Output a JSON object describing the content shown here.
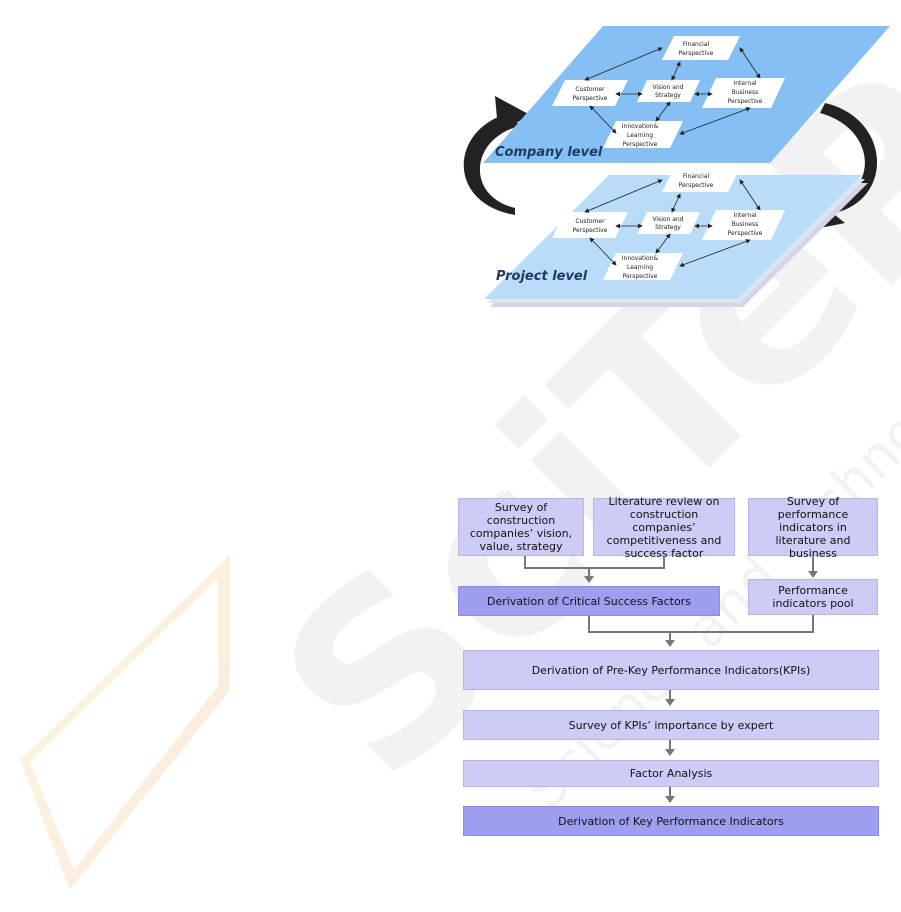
{
  "watermark": {
    "brand": "SciTePress",
    "subtitle": "Science and Technology Publications"
  },
  "bsc": {
    "company_label": "Company level",
    "project_label": "Project level",
    "nodes": {
      "financial": "Financial Perspective",
      "customer": "Customer Perspective",
      "vision": "Vision and Strategy",
      "internal": "Internal Business Perspective",
      "innovation": "Innovation& Learning Perspective"
    }
  },
  "flow": {
    "survey_vision": "Survey of construction companies’ vision, value, strategy",
    "literature_review": "Literature review on construction companies’ competitiveness and success factor",
    "survey_indicators": "Survey of performance indicators in literature and business",
    "csf": "Derivation of Critical Success Factors",
    "pool": "Performance indicators pool",
    "pre_kpi": "Derivation of Pre-Key Performance Indicators(KPIs)",
    "kpi_survey": "Survey of KPIs’ importance by expert",
    "factor_analysis": "Factor Analysis",
    "kpi": "Derivation of Key Performance Indicators"
  },
  "colors": {
    "company_plane": "#86bff3",
    "project_plane": "#b9dcf7",
    "flow_box": "#ccccf6",
    "flow_box_dark": "#9e9ef0",
    "connector": "#777777"
  }
}
